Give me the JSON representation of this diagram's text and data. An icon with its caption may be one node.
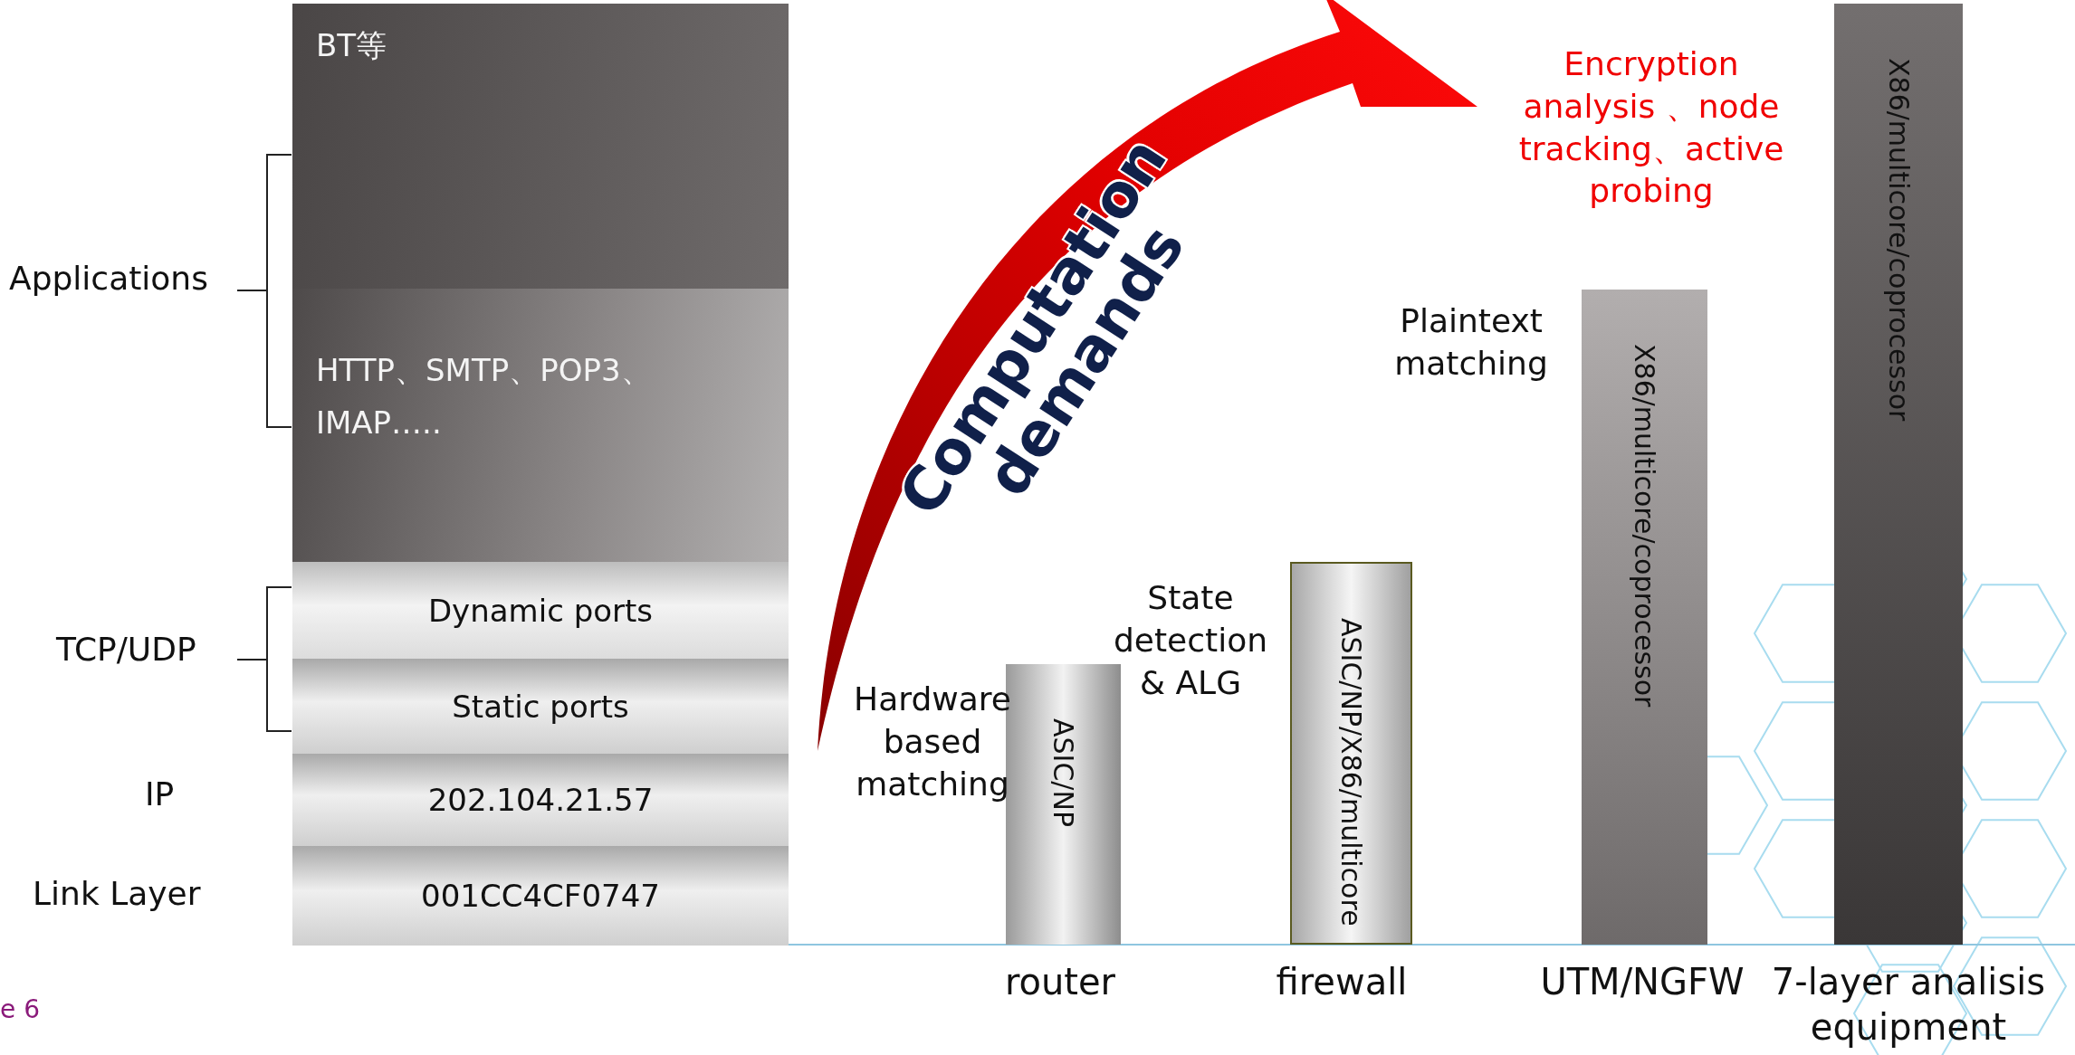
{
  "diagram": {
    "nodes": [
      {
        "text": [
          "BT等"
        ]
      },
      {
        "text": [
          "HTTP、SMTP、POP3、IMAP….."
        ]
      },
      {
        "text": [
          "Dynamic ports"
        ]
      },
      {
        "text": [
          "Static ports"
        ]
      },
      {
        "text": [
          "202.104.21.57"
        ]
      },
      {
        "text": [
          "001CC4CF0747"
        ]
      },
      {
        "text": [
          "ASIC/NP"
        ],
        "beside": [
          "router"
        ]
      },
      {
        "text": [
          "ASIC/NP/X86/multicore"
        ],
        "beside": [
          "firewall"
        ]
      },
      {
        "text": [
          "X86/multicore/coprocessor"
        ],
        "beside": [
          "UTM/NGFW"
        ]
      },
      {
        "text": [
          "X86/multicore/coprocessor"
        ],
        "beside": [
          "7-layer analisis equipment"
        ]
      }
    ],
    "labels": [
      "Applications",
      "TCP/UDP",
      "IP",
      "Link Layer",
      "Computation demands",
      "Hardware based matching",
      "State detection & ALG",
      "Plaintext matching",
      "Encryption analysis 、node tracking、active probing",
      "e 6"
    ]
  }
}
